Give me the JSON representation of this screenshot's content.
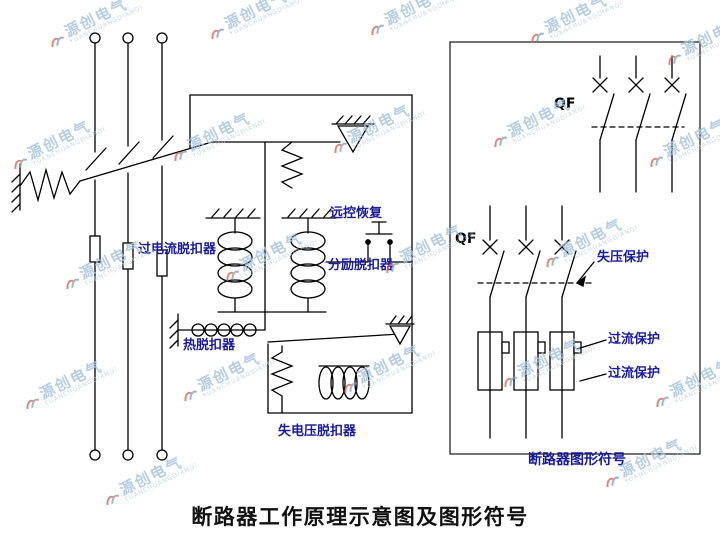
{
  "page": {
    "title": "断路器工作原理示意图及图形符号",
    "background": "#ffffff"
  },
  "watermark": {
    "text": "源创电气",
    "subtext": "YUANCHUANGDIANQI",
    "text_color": "#a6c2dc",
    "accent_red": "#d86a55",
    "accent_blue": "#7ea6cc"
  },
  "schematic": {
    "label_color": "#1b1b9e",
    "labels": {
      "overcurrent_release": "过电流脱扣器",
      "remote_recovery": "远控恢复",
      "shunt_release": "分励脱扣器",
      "thermal_release": "热脱扣器",
      "undervoltage_release": "失电压脱扣器"
    }
  },
  "symbols_panel": {
    "label_color": "#1b1b9e",
    "top_symbol": {
      "designator": "QF"
    },
    "bottom_symbol": {
      "designator": "QF",
      "undervoltage_protection": "失压保护",
      "overcurrent_protection_upper": "过流保护",
      "overcurrent_protection_lower": "过流保护"
    },
    "caption": "断路器图形符号"
  }
}
